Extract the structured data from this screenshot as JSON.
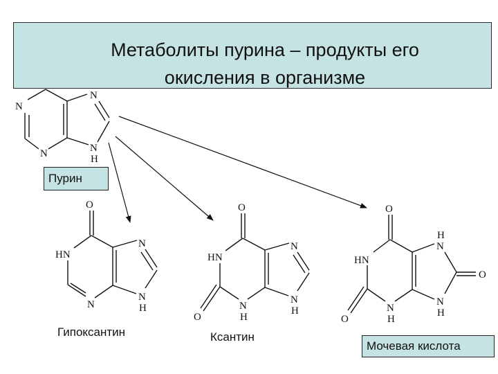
{
  "title": {
    "line1": "Метаболиты пурина – продукты его",
    "line2": "окисления в организме"
  },
  "compounds": {
    "purine": "Пурин",
    "hypoxanthine": "Гипоксантин",
    "xanthine": "Ксантин",
    "uric_acid": "Мочевая кислота"
  },
  "atoms": {
    "N": "N",
    "H": "H",
    "O": "O",
    "HN": "HN"
  }
}
